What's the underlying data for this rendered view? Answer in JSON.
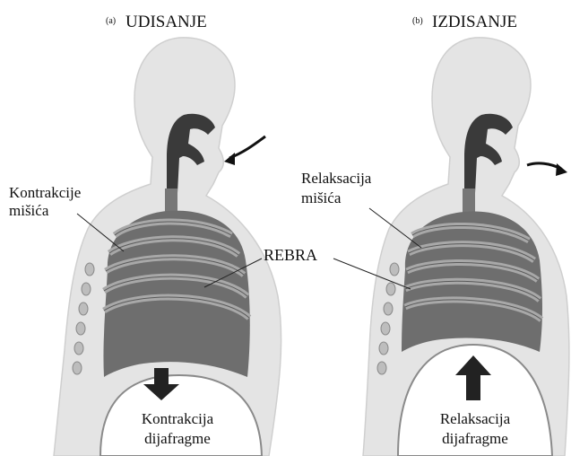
{
  "panels": [
    {
      "tag": "(a)",
      "title": "UDISANJE",
      "muscle_label_line1": "Kontrakcije",
      "muscle_label_line2": "mišića",
      "diaphragm_label_line1": "Kontrakcija",
      "diaphragm_label_line2": "dijafragme",
      "diaphragm_arrow": "down",
      "air_flow": "in"
    },
    {
      "tag": "(b)",
      "title": "IZDISANJE",
      "muscle_label_line1": "Relaksacija",
      "muscle_label_line2": "mišića",
      "diaphragm_label_line1": "Relaksacija",
      "diaphragm_label_line2": "dijafragme",
      "diaphragm_arrow": "up",
      "air_flow": "out"
    }
  ],
  "ribs_label": "REBRA",
  "colors": {
    "body": "#e4e4e4",
    "body_edge": "#c8c8c8",
    "airway": "#3a3a3a",
    "lung": "#6e6e6e",
    "rib": "#9a9a9a",
    "arrow": "#222222"
  }
}
